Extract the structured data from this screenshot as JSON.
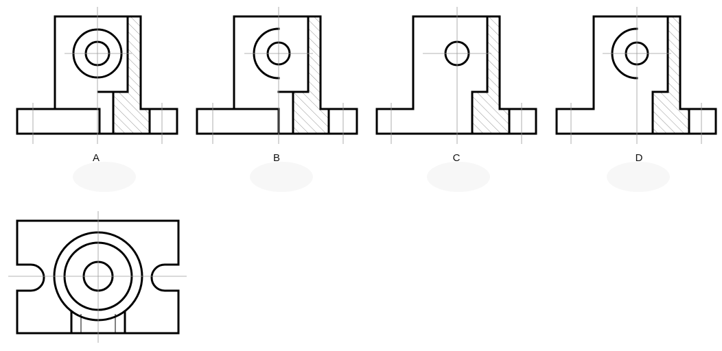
{
  "options": [
    {
      "id": "A",
      "label": "A"
    },
    {
      "id": "B",
      "label": "B"
    },
    {
      "id": "C",
      "label": "C"
    },
    {
      "id": "D",
      "label": "D"
    }
  ]
}
